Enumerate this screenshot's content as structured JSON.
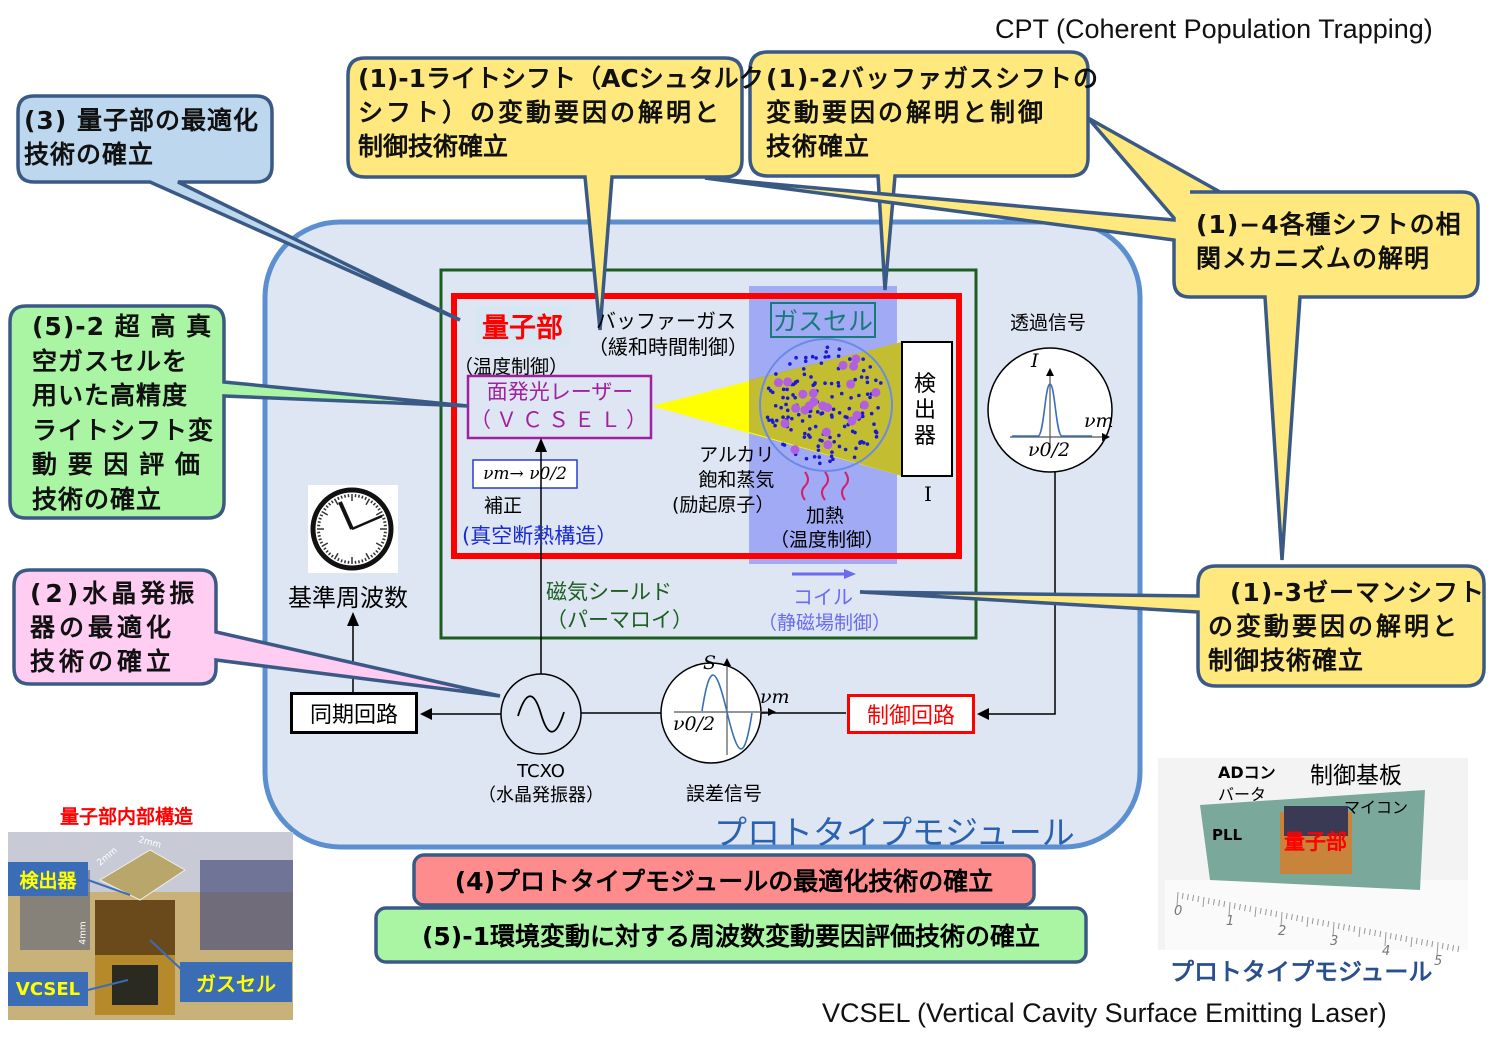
{
  "header": {
    "cpt_note": "CPT (Coherent Population Trapping)",
    "vcsel_note": "VCSEL (Vertical Cavity Surface Emitting Laser)"
  },
  "callouts": {
    "c1_1": [
      "(1)-1ライトシフト（ACシュタルク",
      "シフト）の変動要因の解明と",
      "制御技術確立"
    ],
    "c1_2": [
      "(1)-2バッファガスシフトの",
      "変動要因の解明と制御",
      "技術確立"
    ],
    "c1_3": [
      "(1)-3ゼーマンシフト",
      "の変動要因の解明と",
      "制御技術確立"
    ],
    "c1_4": [
      "(1)−4各種シフトの相",
      "関メカニズムの解明"
    ],
    "c2": [
      "(2)水晶発振",
      "器の最適化",
      "技術の確立"
    ],
    "c3": [
      "(3) 量子部の最適化",
      "技術の確立"
    ],
    "c4": "(4)プロトタイプモジュールの最適化技術の確立",
    "c5_1": "(5)-1環境変動に対する周波数変動要因評価技術の確立",
    "c5_2": [
      "(5)-2 超 高 真",
      "空ガスセルを",
      "用いた高精度",
      "ライトシフト変",
      "動 要 因 評 価",
      "技術の確立"
    ]
  },
  "diagram": {
    "module_label": "プロトタイプモジュール",
    "quantum_label": "量子部",
    "temp_control": "（温度制御）",
    "vcsel_line1": "面発光レーザー",
    "vcsel_line2": "（ＶＣＳＥＬ）",
    "buffer_gas_line1": "バッファーガス",
    "buffer_gas_line2": "（緩和時間制御）",
    "gas_cell_label": "ガスセル",
    "alkali_line1": "アルカリ",
    "alkali_line2": "飽和蒸気",
    "alkali_line3": "(励起原子）",
    "heating_line1": "加熱",
    "heating_line2": "（温度制御）",
    "detector_label": "検出器",
    "detector_signal": "I",
    "correction_formula": "νm→ ν0/2",
    "correction_label": "補正",
    "vacuum_label": "(真空断熱構造）",
    "shield_line1": "磁気シールド",
    "shield_line2": "（パーマロイ）",
    "coil_line1": "コイル",
    "coil_line2": "（静磁場制御）",
    "transmission_label": "透過信号",
    "trans_axis_y": "I",
    "trans_axis_x": "νm",
    "trans_center": "ν0/2",
    "error_axis_y": "S",
    "error_axis_x": "νm",
    "error_center": "ν0/2",
    "error_label": "誤差信号",
    "control_circuit": "制御回路",
    "tcxo_line1": "TCXO",
    "tcxo_line2": "（水晶発振器）",
    "sync_circuit": "同期回路",
    "ref_freq": "基準周波数"
  },
  "photo_left": {
    "title": "量子部内部構造",
    "detector": "検出器",
    "vcsel": "VCSEL",
    "gas_cell": "ガスセル",
    "dim_top": "2mm",
    "dim_side": "2mm",
    "dim_height": "4mm"
  },
  "photo_right": {
    "board": "制御基板",
    "adc_line1": "ADコン",
    "adc_line2": "バータ",
    "mcu": "マイコン",
    "pll": "PLL",
    "quantum": "量子部",
    "caption": "プロトタイプモジュール",
    "ruler_ticks": [
      "0",
      "1",
      "2",
      "3",
      "4",
      "5"
    ]
  },
  "colors": {
    "yellow_callout": "#ffe97f",
    "blue_callout": "#bdd7ee",
    "green_callout": "#a9f5a3",
    "pink_callout": "#ffccf2",
    "red_callout": "#ff8c8c",
    "callout_border": "#3a5a85",
    "module_bg": "#dde6f2",
    "module_border": "#5b8fd0",
    "quantum_border": "#ff0000",
    "shield_border": "#1b5e20",
    "gas_band": "#9aa3f5",
    "vcsel": "#a020a0"
  }
}
